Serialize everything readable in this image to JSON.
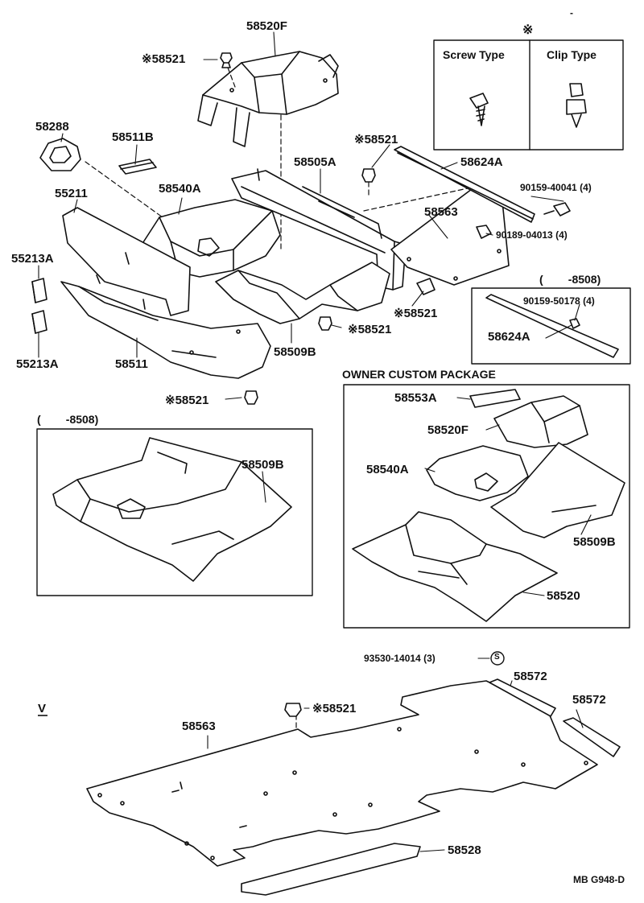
{
  "labels": {
    "p58520F_top": "58520F",
    "star58521_a": "※58521",
    "p58288": "58288",
    "p58511B": "58511B",
    "star58521_b": "※58521",
    "p58505A": "58505A",
    "p58624A_a": "58624A",
    "p58540A": "58540A",
    "p55211": "55211",
    "p90159_40041": "90159-40041 (4)",
    "p58563_top": "58563",
    "p90189_04013": "90189-04013 (4)",
    "p55213A_a": "55213A",
    "star58521_c": "※58521",
    "star58521_d": "※58521",
    "p58509B_a": "58509B",
    "p55213A_b": "55213A",
    "p58511": "58511",
    "star58521_e": "※58521",
    "p58509B_b": "58509B",
    "p58553A": "58553A",
    "p58520F_b": "58520F",
    "p58540A_b": "58540A",
    "p58509B_c": "58509B",
    "p58520": "58520",
    "p93530": "93530-14014 (3)",
    "p58572_a": "58572",
    "p58572_b": "58572",
    "star58521_f": "※58521",
    "p58563_bottom": "58563",
    "p58528": "58528",
    "p90159_50178": "90159-50178 (4)",
    "p58624A_b": "58624A",
    "v_mark": "V",
    "s_mark": "S",
    "ref_code": "MB G948-D",
    "dash_top": "-"
  },
  "legend_box": {
    "star": "※",
    "screw_type": "Screw Type",
    "clip_type": "Clip Type"
  },
  "boxes": {
    "range_8508_right": "(        -8508)",
    "range_8508_left": "(        -8508)",
    "owner_custom_package": "OWNER CUSTOM PACKAGE"
  }
}
